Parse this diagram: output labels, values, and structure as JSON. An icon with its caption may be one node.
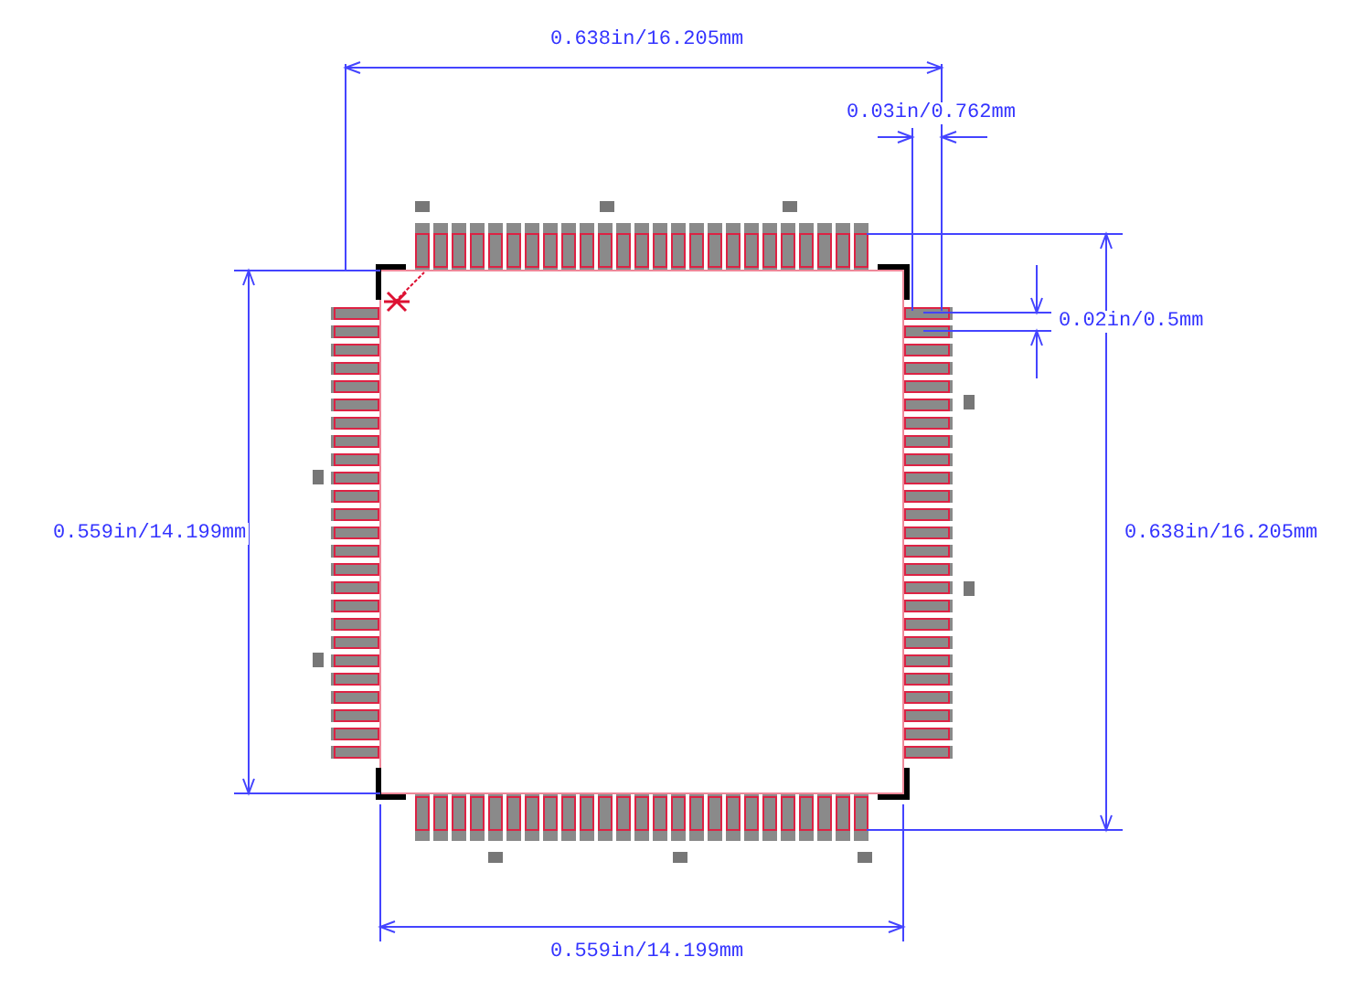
{
  "diagram": {
    "labels": [
      "0.638in/16.205mm",
      "0.03in/0.762mm",
      "0.02in/0.5mm",
      "0.559in/14.199mm",
      "0.638in/16.205mm",
      "0.559in/14.199mm"
    ]
  }
}
